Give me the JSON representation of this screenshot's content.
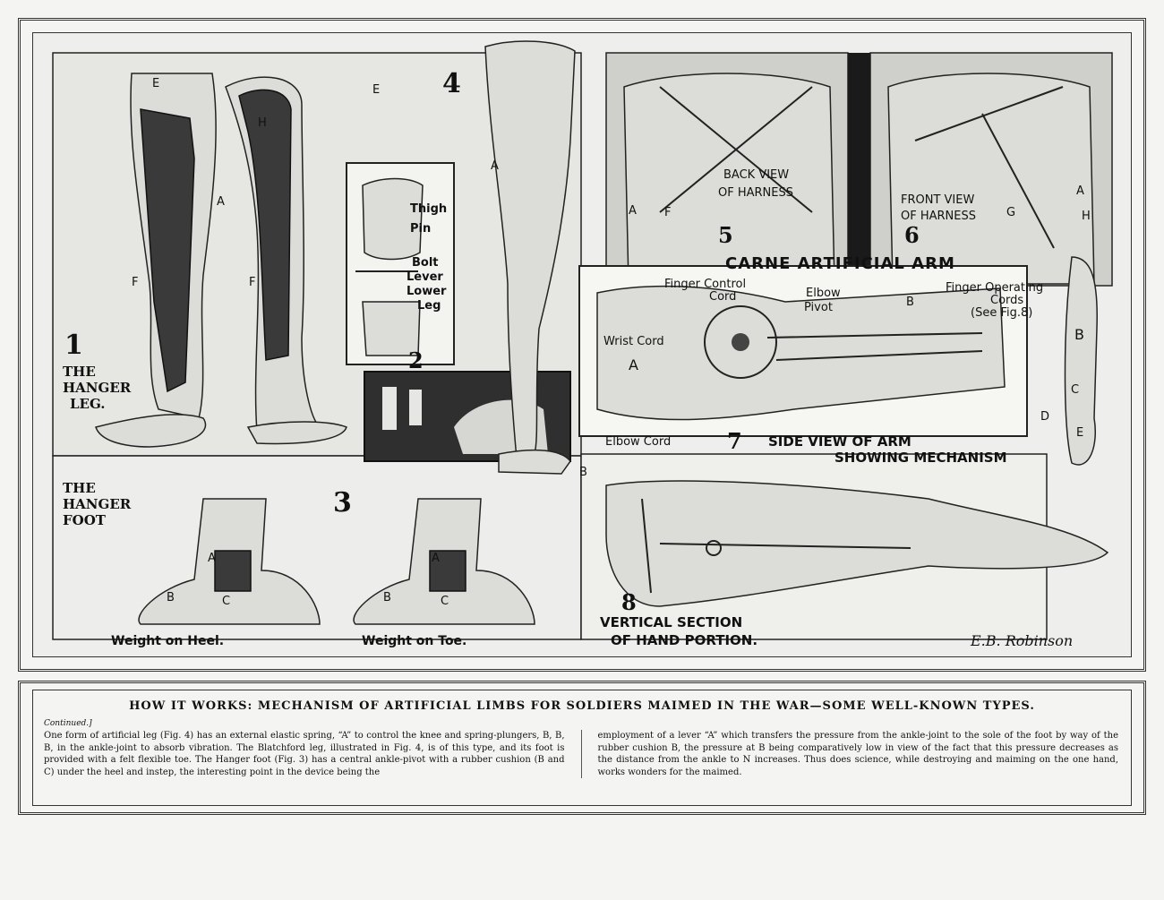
{
  "plate": {
    "fig1_number": "1",
    "fig1_title_line1": "THE",
    "fig1_title_line2": "HANGER",
    "fig1_title_line3": "LEG.",
    "fig2_number": "2",
    "fig2_labels": [
      "Thigh",
      "Pin",
      "Bolt",
      "Lever",
      "Lower",
      "Leg"
    ],
    "fig3_number": "3",
    "fig3_title_line1": "THE",
    "fig3_title_line2": "HANGER",
    "fig3_title_line3": "FOOT",
    "fig3_heel_caption": "Weight on Heel.",
    "fig3_toe_caption": "Weight on Toe.",
    "fig4_number": "4",
    "fig5_number": "5",
    "fig5_caption_line1": "BACK VIEW",
    "fig5_caption_line2": "OF HARNESS",
    "fig6_number": "6",
    "fig6_caption_line1": "FRONT VIEW",
    "fig6_caption_line2": "OF HARNESS",
    "arm_title": "CARNE ARTIFICIAL ARM",
    "fig7_number": "7",
    "fig7_labels": [
      "Finger Control",
      "Cord",
      "Elbow",
      "Pivot",
      "Wrist Cord",
      "Elbow Cord",
      "Finger Operating",
      "Cords",
      "(See Fig.8)"
    ],
    "fig7_caption_line1": "SIDE VIEW OF ARM",
    "fig7_caption_line2": "SHOWING MECHANISM",
    "fig8_number": "8",
    "fig8_caption_line1": "VERTICAL SECTION",
    "fig8_caption_line2": "OF HAND PORTION.",
    "signature": "E.B. Robinson",
    "letters": [
      "A",
      "B",
      "C",
      "D",
      "E",
      "F",
      "G",
      "H"
    ]
  },
  "caption": {
    "headline": "HOW IT WORKS: MECHANISM OF ARTIFICIAL LIMBS FOR SOLDIERS MAIMED IN THE WAR—SOME WELL-KNOWN TYPES.",
    "continued": "Continued.]",
    "col1": "One form of artificial leg (Fig. 4) has an external elastic spring, “A” to control the knee and spring-plungers, B, B, B, in the ankle-joint to absorb vibration. The Blatchford leg, illustrated in Fig. 4, is of this type, and its foot is provided with a felt flexible toe. The Hanger foot (Fig. 3) has a central ankle-pivot with a rubber cushion (B and C) under the heel and instep, the interesting point in the device being the",
    "col2": "employment of a lever “A” which transfers the pressure from the ankle-joint to the sole of the foot by way of the rubber cushion B, the pressure at B being comparatively low in view of the fact that this pressure decreases as the distance from the ankle to N increases. Thus does science, while destroying and maiming on the one hand, works wonders for the maimed."
  }
}
